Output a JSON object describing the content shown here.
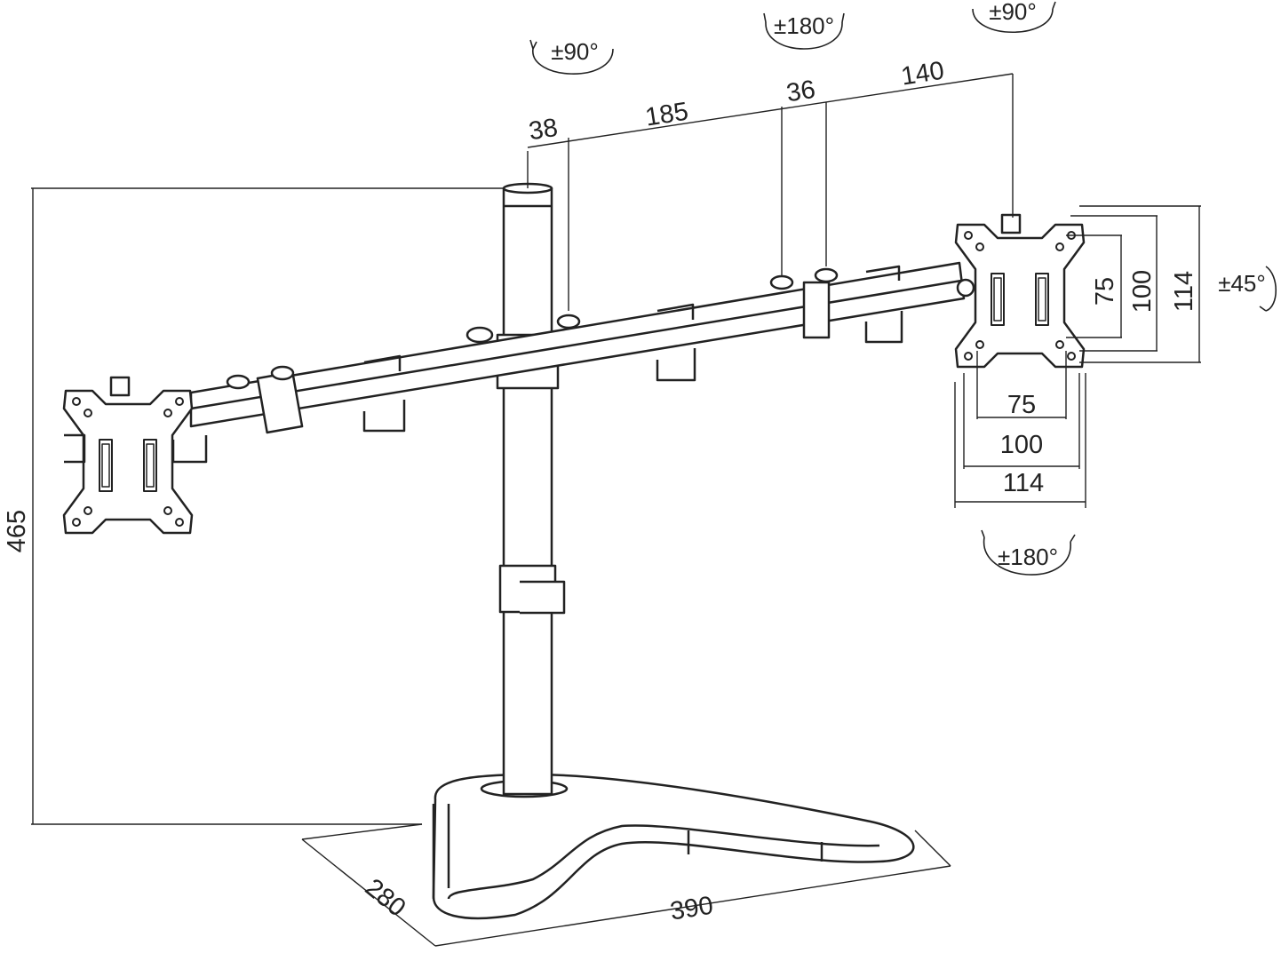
{
  "diagram": {
    "dimensions": {
      "pole_offset": "38",
      "arm_segment_1": "185",
      "arm_joint": "36",
      "arm_segment_2": "140",
      "height": "465",
      "base_depth": "280",
      "base_width": "390",
      "vesa_h_small": "75",
      "vesa_h_medium": "100",
      "vesa_h_large": "114",
      "vesa_v_small": "75",
      "vesa_v_medium": "100",
      "vesa_v_large": "114"
    },
    "rotations": {
      "pole_swivel": "±90°",
      "arm_swivel": "±180°",
      "head_tilt": "±90°",
      "head_rotate": "±45°",
      "head_swivel": "±180°"
    },
    "colors": {
      "line": "#222222",
      "background": "#ffffff"
    }
  }
}
